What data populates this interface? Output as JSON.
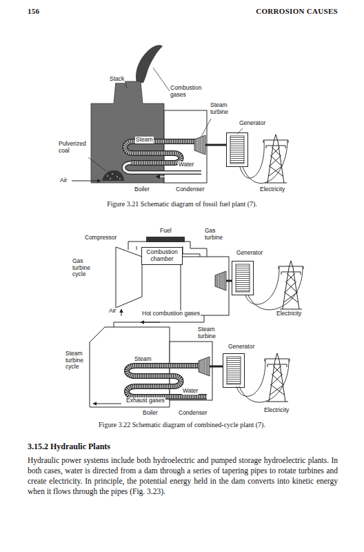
{
  "diagram": {
    "nodes": [
      {
        "text": [
          "Steam"
        ]
      },
      {
        "text": [
          "Combustion chamber"
        ]
      },
      {
        "text": [
          "Steam"
        ]
      }
    ],
    "labels": [
      "156",
      "CORROSION CAUSES",
      "Stack",
      "Combustion gases",
      "Steam turbine",
      "Generator",
      "Pulverized coal",
      "Water",
      "Air",
      "Boiler",
      "Condenser",
      "Electricity",
      "Figure 3.21   Schematic diagram of fossil fuel plant (7).",
      "Fuel",
      "Compressor",
      "Gas turbine",
      "Generator",
      "Gas turbine cycle",
      "Air",
      "Electricity",
      "Hot combustion gases",
      "Steam turbine",
      "Generator",
      "Steam turbine cycle",
      "Water",
      "Exhaust gases",
      "Boiler",
      "Condenser",
      "Electricity",
      "Figure 3.22   Schematic diagram of combined-cycle plant (7).",
      "3.15.2   Hydraulic Plants",
      "Hydraulic power systems include both hydroelectric and pumped storage hydroelectric plants. In both cases, water is directed from a dam through a series of tapering pipes to rotate turbines and create electricity. In principle, the potential energy held in the dam converts into kinetic energy when it flows through the pipes (Fig. 3.23)."
    ]
  }
}
